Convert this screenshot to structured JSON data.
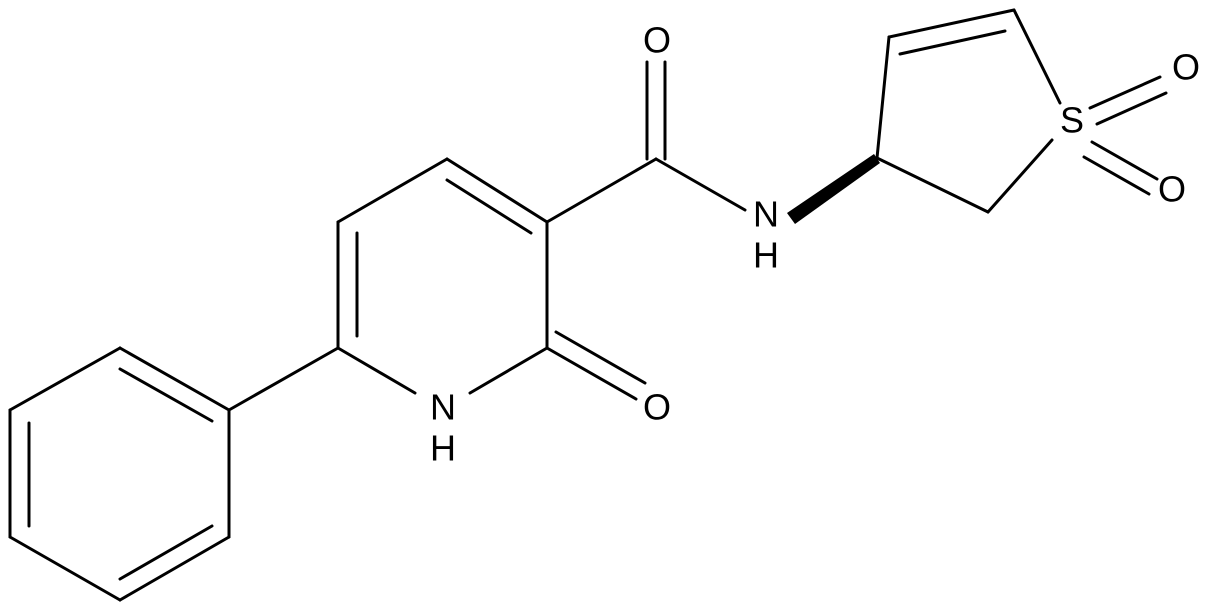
{
  "atoms": {
    "carbonyl_oxygen_amide": "O",
    "amide_nitrogen": "N",
    "amide_nitrogen_h": "H",
    "ring_oxygen_pyridone": "O",
    "ring_nitrogen": "N",
    "ring_nitrogen_h": "H",
    "sulfur": "S",
    "sulfone_oxygen_top": "O",
    "sulfone_oxygen_bottom": "O"
  },
  "colors": {
    "bond": "#000000",
    "label": "#000000",
    "background": "#ffffff"
  }
}
